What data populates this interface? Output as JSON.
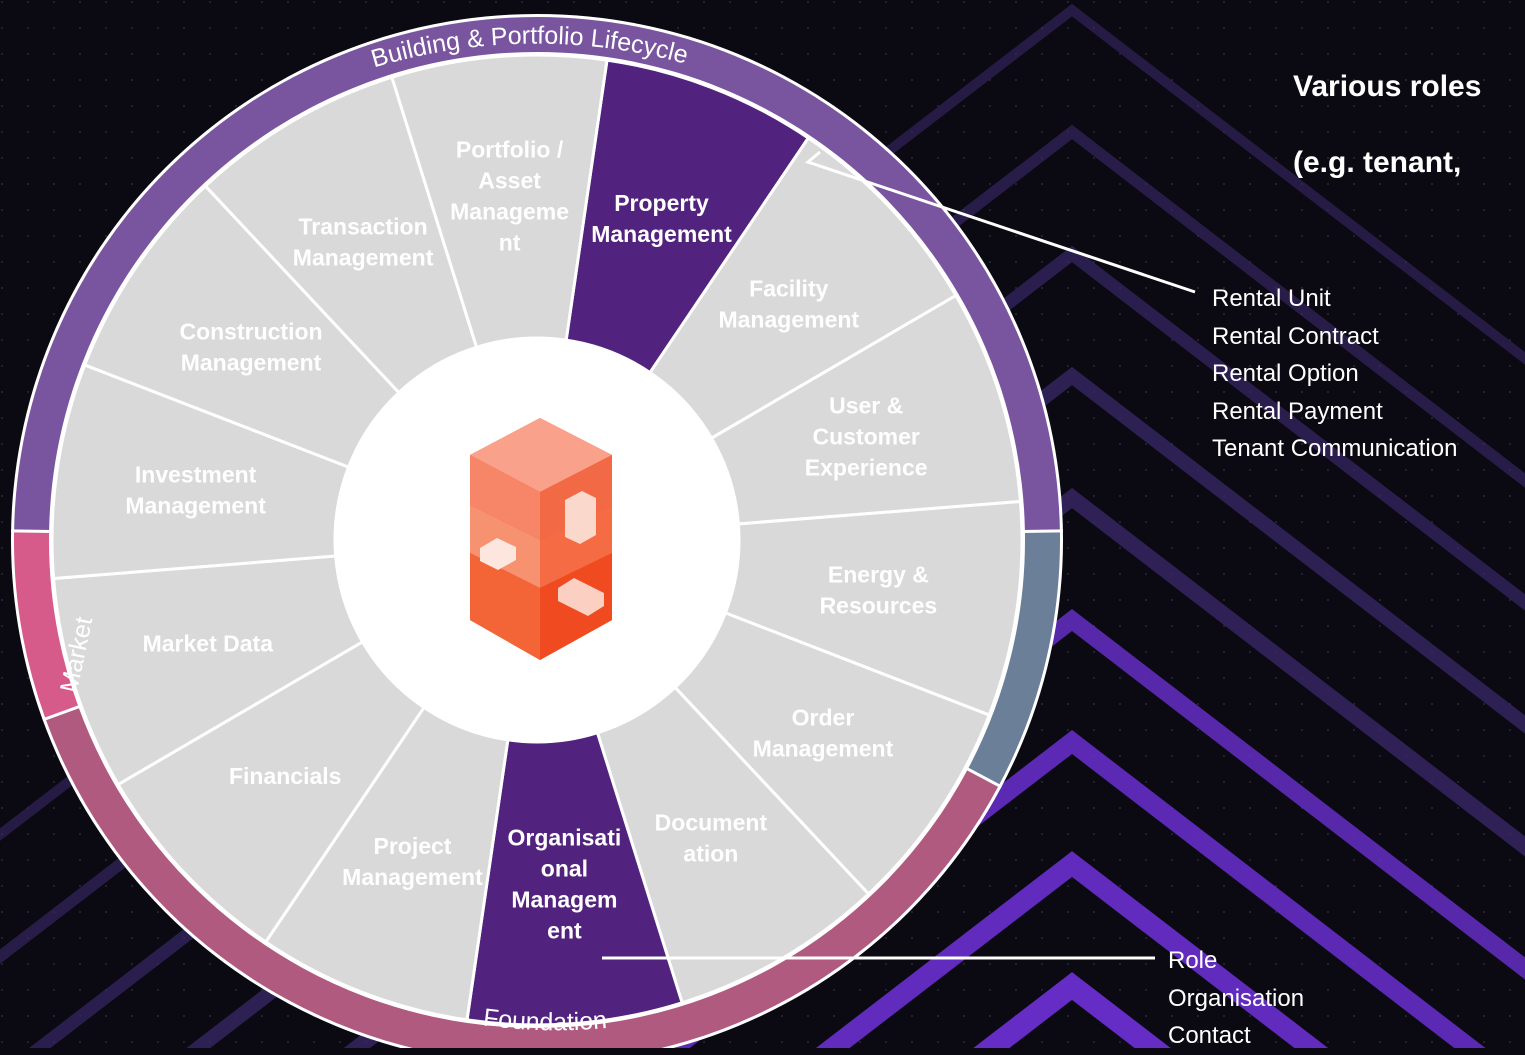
{
  "headline": {
    "line1": "Various roles",
    "line2": "(e.g. tenant,"
  },
  "wheel": {
    "ring_labels": {
      "top": "Building & Portfolio Lifecycle",
      "left": "Market",
      "bottom": "Foundation"
    },
    "segments": [
      {
        "id": "property-management",
        "label": "Property\nManagement",
        "highlighted": true
      },
      {
        "id": "facility-management",
        "label": "Facility\nManagement",
        "highlighted": false
      },
      {
        "id": "user-customer-experience",
        "label": "User &\nCustomer\nExperience",
        "highlighted": false
      },
      {
        "id": "energy-resources",
        "label": "Energy &\nResources",
        "highlighted": false
      },
      {
        "id": "order-management",
        "label": "Order\nManagement",
        "highlighted": false
      },
      {
        "id": "documentation",
        "label": "Document\nation",
        "highlighted": false
      },
      {
        "id": "organisational-management",
        "label": "Organisati\nonal\nManagem\nent",
        "highlighted": true
      },
      {
        "id": "project-management",
        "label": "Project\nManagement",
        "highlighted": false
      },
      {
        "id": "financials",
        "label": "Financials",
        "highlighted": false
      },
      {
        "id": "market-data",
        "label": "Market Data",
        "highlighted": false
      },
      {
        "id": "investment-management",
        "label": "Investment\nManagement",
        "highlighted": false
      },
      {
        "id": "construction-management",
        "label": "Construction\nManagement",
        "highlighted": false
      },
      {
        "id": "transaction-management",
        "label": "Transaction\nManagement",
        "highlighted": false
      },
      {
        "id": "portfolio-asset-management",
        "label": "Portfolio /\nAsset\nManageme\nnt",
        "highlighted": false
      }
    ]
  },
  "callouts": {
    "property_management": [
      "Rental Unit",
      "Rental Contract",
      "Rental Option",
      "Rental Payment",
      "Tenant Communication"
    ],
    "organisational_management": [
      "Role",
      "Organisation",
      "Contact"
    ]
  },
  "colors": {
    "background": "#0b0a12",
    "segment_fill": "#d9d9d9",
    "segment_text": "#ffffff",
    "highlight_fill": "#52237e",
    "ring_lifecycle": "#7a559f",
    "ring_market": "#d65a8a",
    "ring_foundation": "#b05a80",
    "ring_other": "#6b7f99",
    "accent_glow": "#7b3fe4",
    "logo_orange": "#f4502a"
  }
}
